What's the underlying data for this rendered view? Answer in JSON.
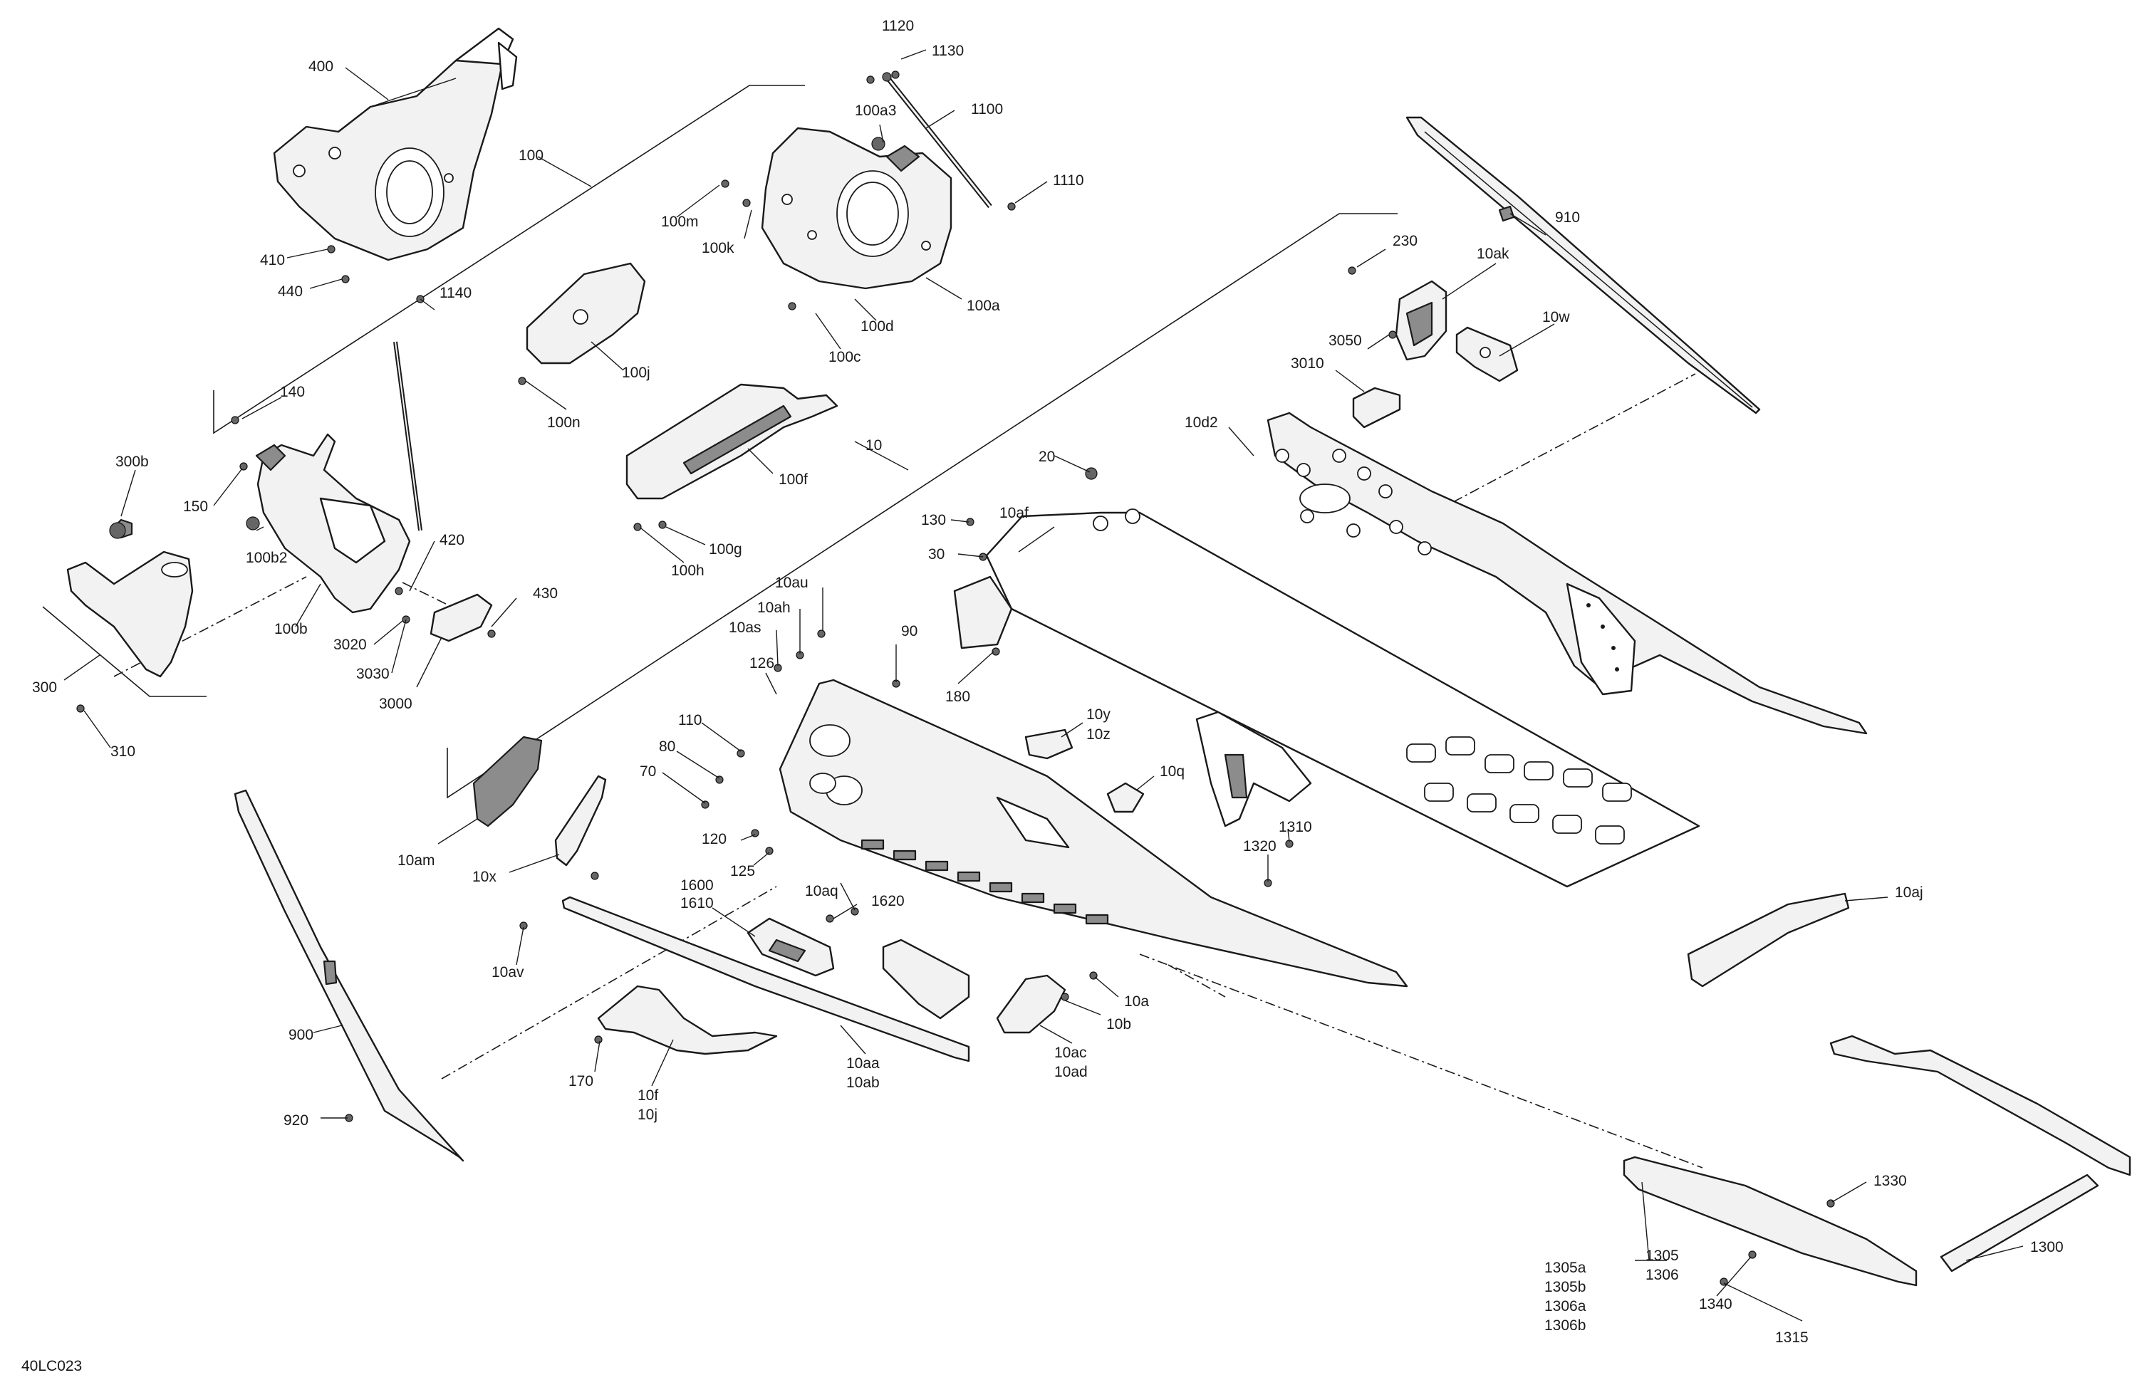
{
  "diagram_code": "40LC023",
  "callouts": {
    "c400": "400",
    "c100": "100",
    "c410": "410",
    "c440": "440",
    "c1120": "1120",
    "c1130": "1130",
    "c100a3": "100a3",
    "c1100": "1100",
    "c1110": "1110",
    "c100m": "100m",
    "c100k": "100k",
    "c100a": "100a",
    "c100d": "100d",
    "c100c": "100c",
    "c910": "910",
    "c230": "230",
    "c10ak": "10ak",
    "c10w": "10w",
    "c3050": "3050",
    "c3010": "3010",
    "c1140": "1140",
    "c100j": "100j",
    "c100n": "100n",
    "c140": "140",
    "c300b": "300b",
    "c150": "150",
    "c100b2": "100b2",
    "c100b": "100b",
    "c420": "420",
    "c430": "430",
    "c3020": "3020",
    "c3030": "3030",
    "c3000": "3000",
    "c300": "300",
    "c310": "310",
    "c100f": "100f",
    "c100g": "100g",
    "c100h": "100h",
    "c10": "10",
    "c10d2": "10d2",
    "c20": "20",
    "c130": "130",
    "c10af": "10af",
    "c30": "30",
    "c180": "180",
    "c10au": "10au",
    "c10ah": "10ah",
    "c10as": "10as",
    "c90": "90",
    "c126": "126",
    "c110": "110",
    "c80": "80",
    "c70": "70",
    "c120": "120",
    "c125": "125",
    "c10y": "10y",
    "c10z": "10z",
    "c10q": "10q",
    "c1310": "1310",
    "c1320": "1320",
    "c10am": "10am",
    "c10x": "10x",
    "c10aq": "10aq",
    "c1600": "1600",
    "c1610": "1610",
    "c1620": "1620",
    "c10av": "10av",
    "c10aj": "10aj",
    "c10a": "10a",
    "c10b": "10b",
    "c10ac": "10ac",
    "c10ad": "10ad",
    "c900": "900",
    "c170": "170",
    "c10f": "10f",
    "c10j": "10j",
    "c10aa": "10aa",
    "c10ab": "10ab",
    "c920": "920",
    "c1330": "1330",
    "c1305a": "1305a",
    "c1305b": "1305b",
    "c1306a": "1306a",
    "c1306b": "1306b",
    "c1305": "1305",
    "c1306": "1306",
    "c1340": "1340",
    "c1300": "1300",
    "c1315": "1315"
  }
}
